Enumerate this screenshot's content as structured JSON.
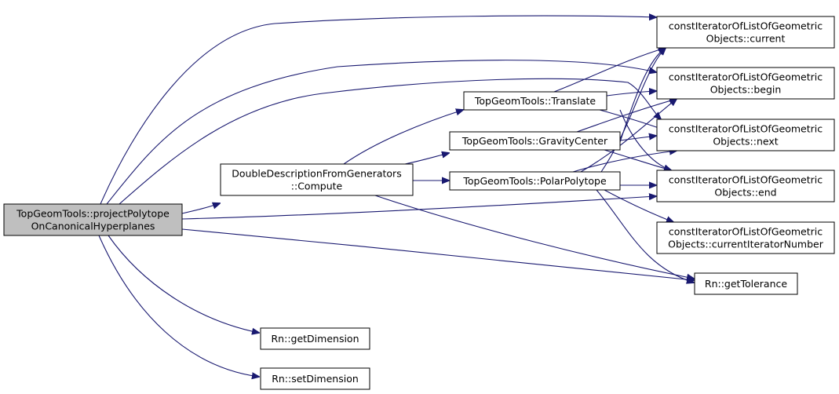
{
  "diagram": {
    "colors": {
      "edge": "#191970",
      "node_fill": "#ffffff",
      "root_fill": "#bfbfbf",
      "node_border": "#000000"
    },
    "nodes": {
      "root": {
        "lines": [
          "TopGeomTools::projectPolytope",
          "OnCanonicalHyperplanes"
        ]
      },
      "compute": {
        "lines": [
          "DoubleDescriptionFromGenerators",
          "::Compute"
        ]
      },
      "translate": {
        "lines": [
          "TopGeomTools::Translate"
        ]
      },
      "gravity": {
        "lines": [
          "TopGeomTools::GravityCenter"
        ]
      },
      "polar": {
        "lines": [
          "TopGeomTools::PolarPolytope"
        ]
      },
      "current": {
        "lines": [
          "constIteratorOfListOfGeometric",
          "Objects::current"
        ]
      },
      "begin": {
        "lines": [
          "constIteratorOfListOfGeometric",
          "Objects::begin"
        ]
      },
      "next": {
        "lines": [
          "constIteratorOfListOfGeometric",
          "Objects::next"
        ]
      },
      "end": {
        "lines": [
          "constIteratorOfListOfGeometric",
          "Objects::end"
        ]
      },
      "currentIteratorNumber": {
        "lines": [
          "constIteratorOfListOfGeometric",
          "Objects::currentIteratorNumber"
        ]
      },
      "getTolerance": {
        "lines": [
          "Rn::getTolerance"
        ]
      },
      "getDimension": {
        "lines": [
          "Rn::getDimension"
        ]
      },
      "setDimension": {
        "lines": [
          "Rn::setDimension"
        ]
      }
    },
    "edges": [
      [
        "root",
        "current"
      ],
      [
        "root",
        "begin"
      ],
      [
        "root",
        "next"
      ],
      [
        "root",
        "end"
      ],
      [
        "root",
        "compute"
      ],
      [
        "root",
        "getTolerance"
      ],
      [
        "root",
        "getDimension"
      ],
      [
        "root",
        "setDimension"
      ],
      [
        "compute",
        "translate"
      ],
      [
        "compute",
        "gravity"
      ],
      [
        "compute",
        "polar"
      ],
      [
        "compute",
        "getTolerance"
      ],
      [
        "translate",
        "current"
      ],
      [
        "translate",
        "begin"
      ],
      [
        "translate",
        "next"
      ],
      [
        "translate",
        "end"
      ],
      [
        "gravity",
        "current"
      ],
      [
        "gravity",
        "begin"
      ],
      [
        "gravity",
        "next"
      ],
      [
        "gravity",
        "end"
      ],
      [
        "polar",
        "current"
      ],
      [
        "polar",
        "begin"
      ],
      [
        "polar",
        "next"
      ],
      [
        "polar",
        "end"
      ],
      [
        "polar",
        "currentIteratorNumber"
      ],
      [
        "polar",
        "getTolerance"
      ]
    ]
  }
}
